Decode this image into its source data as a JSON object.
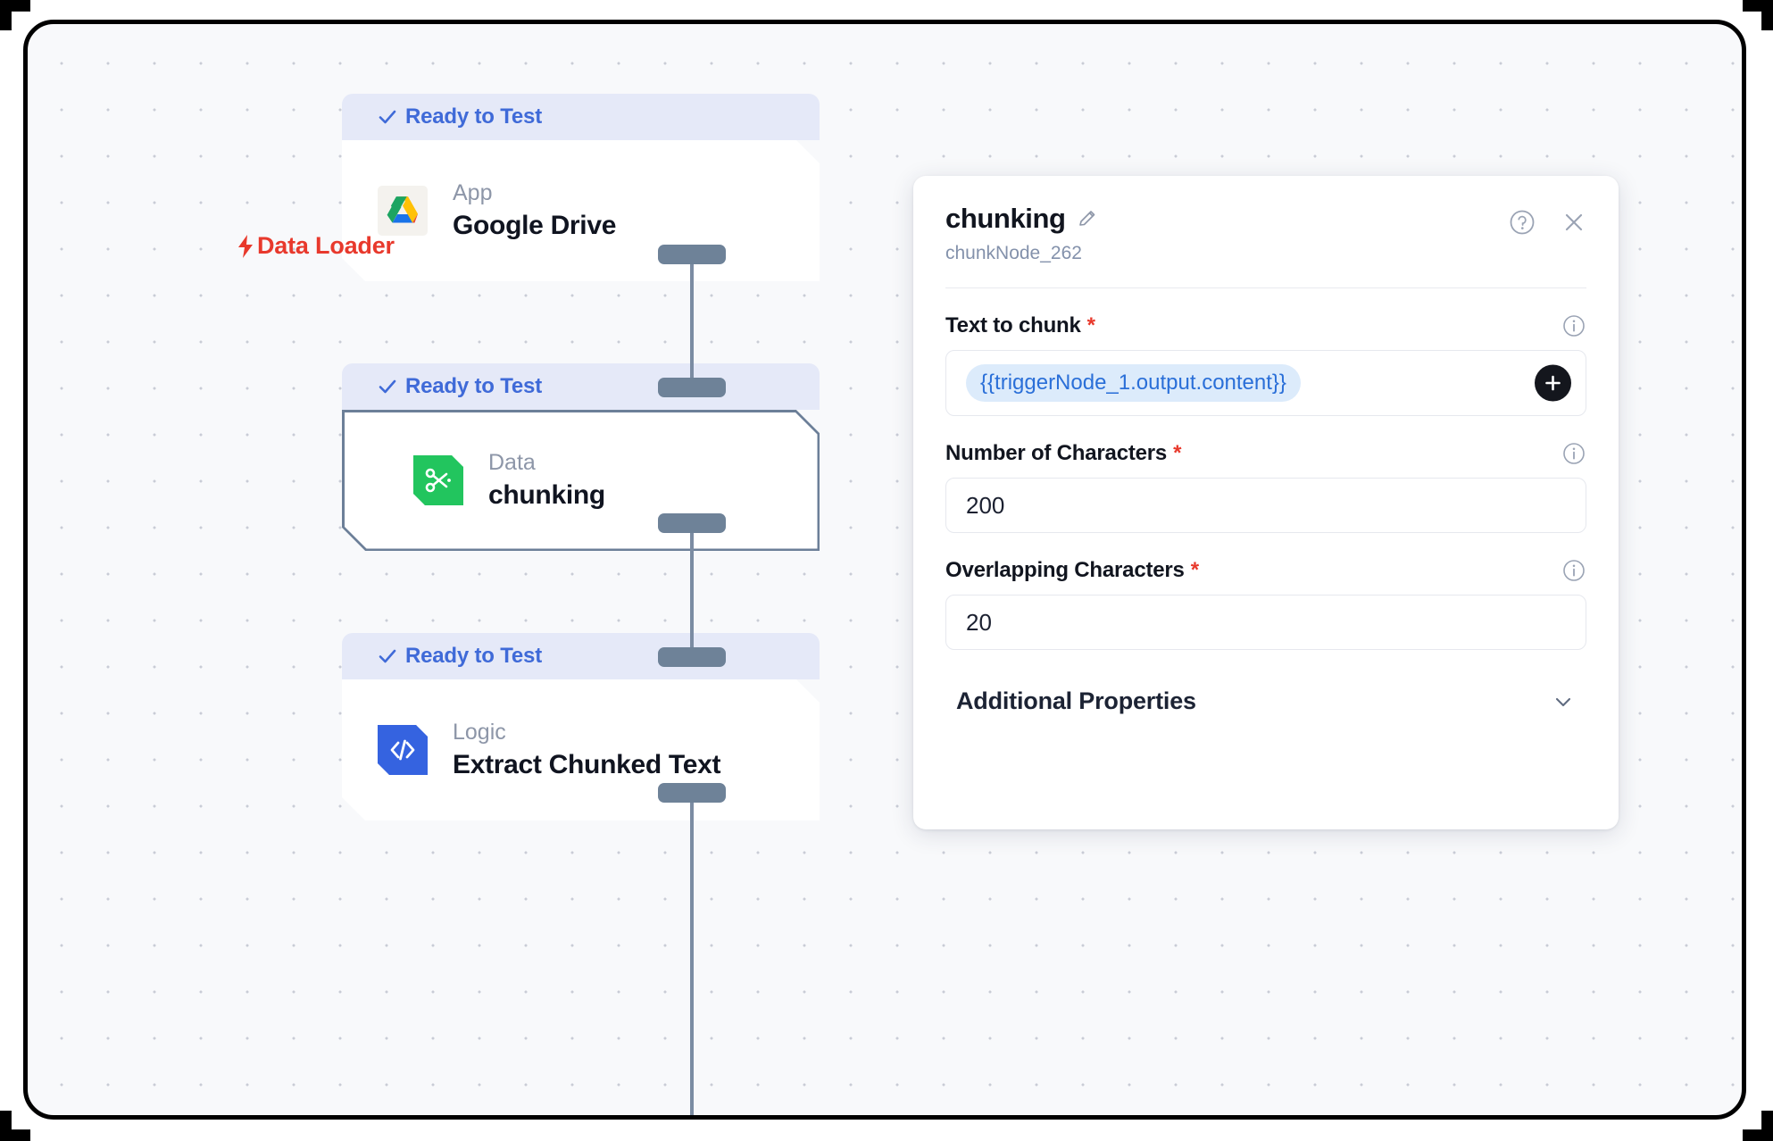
{
  "canvas": {
    "data_loader_tag": "Data Loader",
    "nodes": [
      {
        "status": "Ready to Test",
        "kind": "App",
        "title": "Google Drive",
        "icon": "google-drive-icon",
        "selected": false
      },
      {
        "status": "Ready to Test",
        "kind": "Data",
        "title": "chunking",
        "icon": "scissors-icon",
        "selected": true
      },
      {
        "status": "Ready to Test",
        "kind": "Logic",
        "title": "Extract Chunked Text",
        "icon": "code-brackets-icon",
        "selected": false
      }
    ]
  },
  "panel": {
    "title": "chunking",
    "subtitle": "chunkNode_262",
    "edit_icon": "pencil-icon",
    "help_icon": "question-circle-icon",
    "close_icon": "close-icon",
    "fields": [
      {
        "label": "Text to chunk",
        "required": "*",
        "info_icon": "info-icon",
        "value": "{{triggerNode_1.output.content}}",
        "type": "token",
        "add_icon": "plus-icon"
      },
      {
        "label": "Number of Characters",
        "required": "*",
        "info_icon": "info-icon",
        "value": "200",
        "type": "text"
      },
      {
        "label": "Overlapping Characters",
        "required": "*",
        "info_icon": "info-icon",
        "value": "20",
        "type": "text"
      }
    ],
    "accordion": {
      "label": "Additional Properties",
      "chevron_icon": "chevron-down-icon"
    }
  },
  "colors": {
    "status_blue": "#3f6ad8",
    "status_bg": "#e5e9f8",
    "accent_red": "#e8392c",
    "token_blue": "#2a6fd8",
    "node_green": "#22c55e",
    "node_blue": "#3563e0",
    "connector": "#6e8298"
  }
}
